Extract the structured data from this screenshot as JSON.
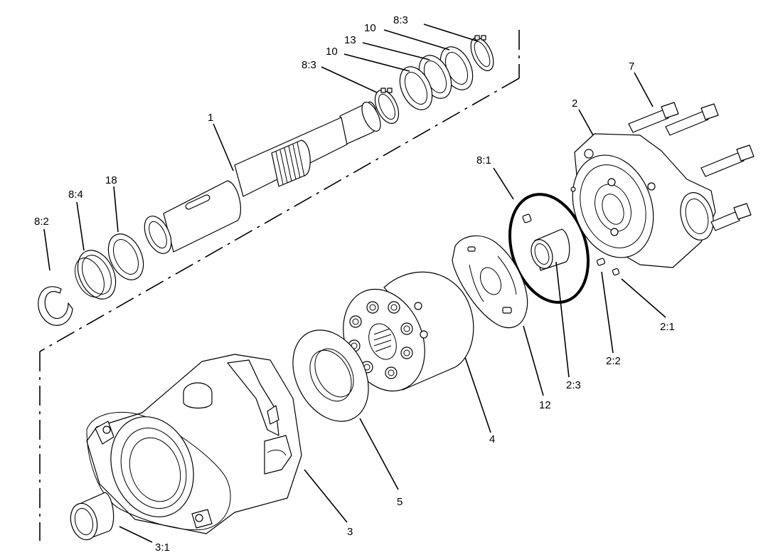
{
  "callouts": {
    "c_8_3_top": "8:3",
    "c_10_top": "10",
    "c_13": "13",
    "c_10_mid": "10",
    "c_8_3_mid": "8:3",
    "c_1": "1",
    "c_7": "7",
    "c_2": "2",
    "c_8_4": "8:4",
    "c_18": "18",
    "c_8_2": "8:2",
    "c_8_1": "8:1",
    "c_2_1": "2:1",
    "c_2_2": "2:2",
    "c_2_3": "2:3",
    "c_12": "12",
    "c_4": "4",
    "c_5": "5",
    "c_3": "3",
    "c_3_1": "3:1"
  }
}
